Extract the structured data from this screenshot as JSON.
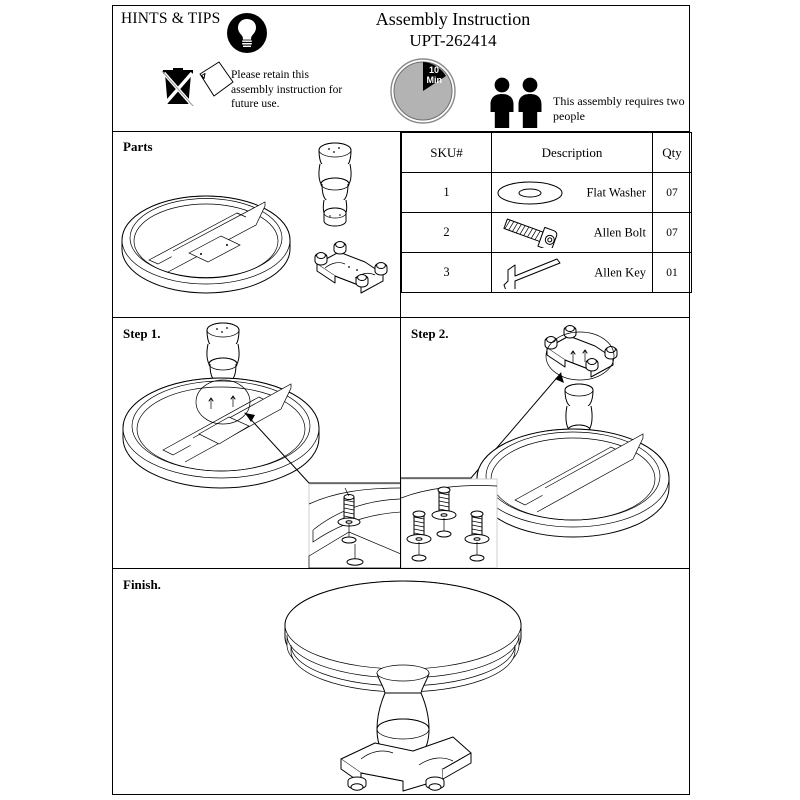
{
  "document": {
    "hints_title": "HINTS & TIPS",
    "title": "Assembly Instruction",
    "sku_code": "UPT-262414",
    "retain_note": "Please retain this assembly instruction for future use.",
    "time_value": "10",
    "time_unit": "Min",
    "people_note": "This assembly requires two people",
    "icons": {
      "bulb": "lightbulb-icon",
      "trash": "no-trash-icon",
      "paper": "paper-document-icon",
      "clock": "clock-timer-icon",
      "people": "two-people-icon"
    }
  },
  "parts_section": {
    "label": "Parts",
    "components": [
      "table-top",
      "pedestal-column",
      "base-with-feet"
    ]
  },
  "sku_table": {
    "headers": [
      "SKU#",
      "Description",
      "Qty"
    ],
    "rows": [
      {
        "sku": "1",
        "icon": "flat-washer-icon",
        "description": "Flat Washer",
        "qty": "07"
      },
      {
        "sku": "2",
        "icon": "allen-bolt-icon",
        "description": "Allen Bolt",
        "qty": "07"
      },
      {
        "sku": "3",
        "icon": "allen-key-icon",
        "description": "Allen Key",
        "qty": "01"
      }
    ]
  },
  "steps": [
    {
      "label": "Step 1.",
      "detail": "bolt-washer-callout"
    },
    {
      "label": "Step 2.",
      "detail": "three-bolts-callout"
    }
  ],
  "finish_section": {
    "label": "Finish.",
    "product": "round-pedestal-table"
  },
  "colors": {
    "line": "#000000",
    "fill": "#ffffff",
    "clock_face": "#b3b3b3"
  }
}
